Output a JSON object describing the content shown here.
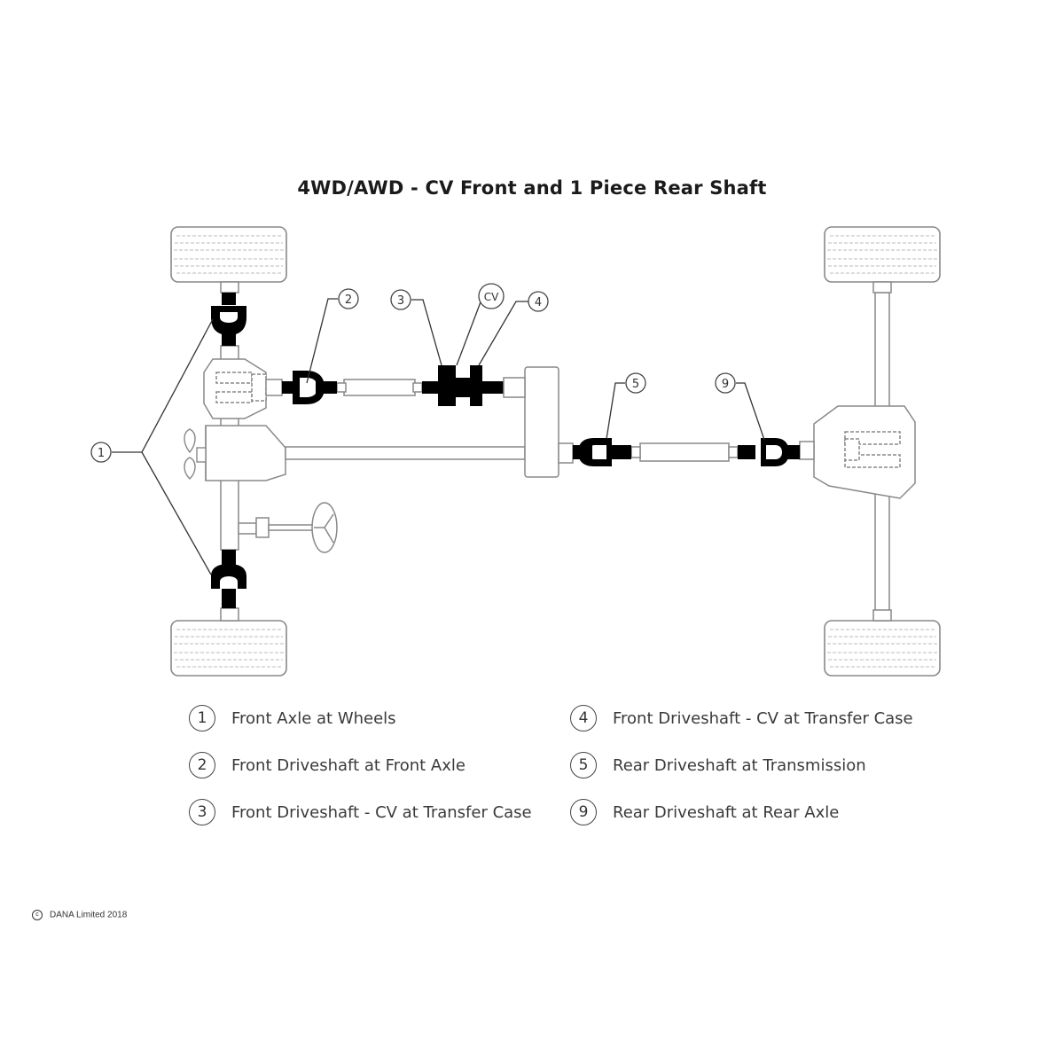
{
  "title": "4WD/AWD - CV Front and 1 Piece Rear Shaft",
  "callouts": {
    "c1": "1",
    "c2": "2",
    "c3": "3",
    "cv": "CV",
    "c4": "4",
    "c5": "5",
    "c9": "9"
  },
  "legend": [
    {
      "num": "1",
      "label": "Front Axle at Wheels"
    },
    {
      "num": "2",
      "label": "Front Driveshaft at Front Axle"
    },
    {
      "num": "3",
      "label": "Front Driveshaft - CV at Transfer Case"
    },
    {
      "num": "4",
      "label": "Front Driveshaft - CV at Transfer Case"
    },
    {
      "num": "5",
      "label": "Rear Driveshaft at Transmission"
    },
    {
      "num": "9",
      "label": "Rear Driveshaft at Rear Axle"
    }
  ],
  "copyright": {
    "symbol": "c",
    "text": "DANA Limited 2018"
  },
  "colors": {
    "outline": "#888888",
    "joint": "#000000",
    "leader": "#333333"
  }
}
